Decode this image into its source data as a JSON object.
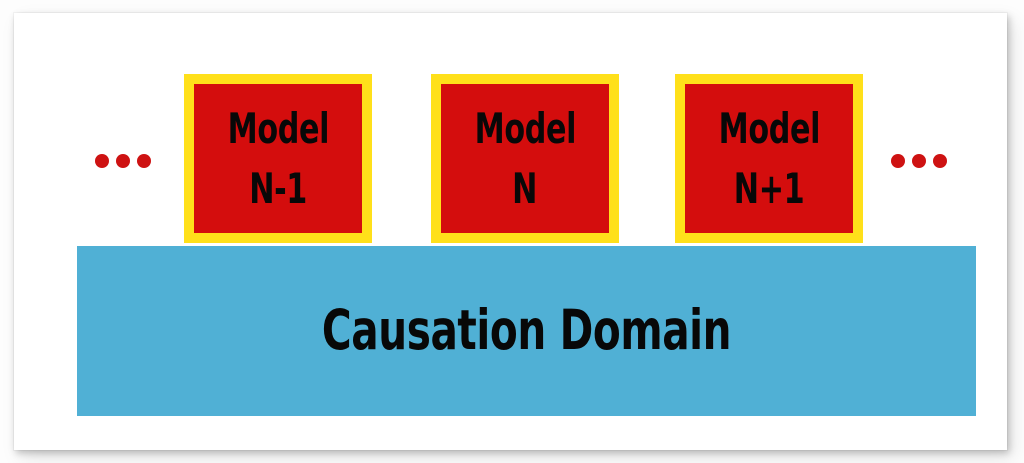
{
  "diagram": {
    "title_text": "Causation Domain",
    "models": [
      {
        "name": "model-n-minus-1",
        "line1": "Model",
        "line2": "N-1"
      },
      {
        "name": "model-n",
        "line1": "Model",
        "line2": "N"
      },
      {
        "name": "model-n-plus-1",
        "line1": "Model",
        "line2": "N+1"
      }
    ],
    "ellipsis": {
      "left_label": "...",
      "right_label": "...",
      "dot_count": 3
    },
    "domain": {
      "label": "Causation Domain"
    },
    "colors": {
      "box_fill_red": "#D40D0D",
      "box_border_yellow": "#FFE01A",
      "domain_blue": "#50B0D5",
      "dot_red": "#CE1212",
      "text_black": "#080808",
      "card_white": "#FFFFFF",
      "page_background": "#FDFDFD"
    }
  }
}
